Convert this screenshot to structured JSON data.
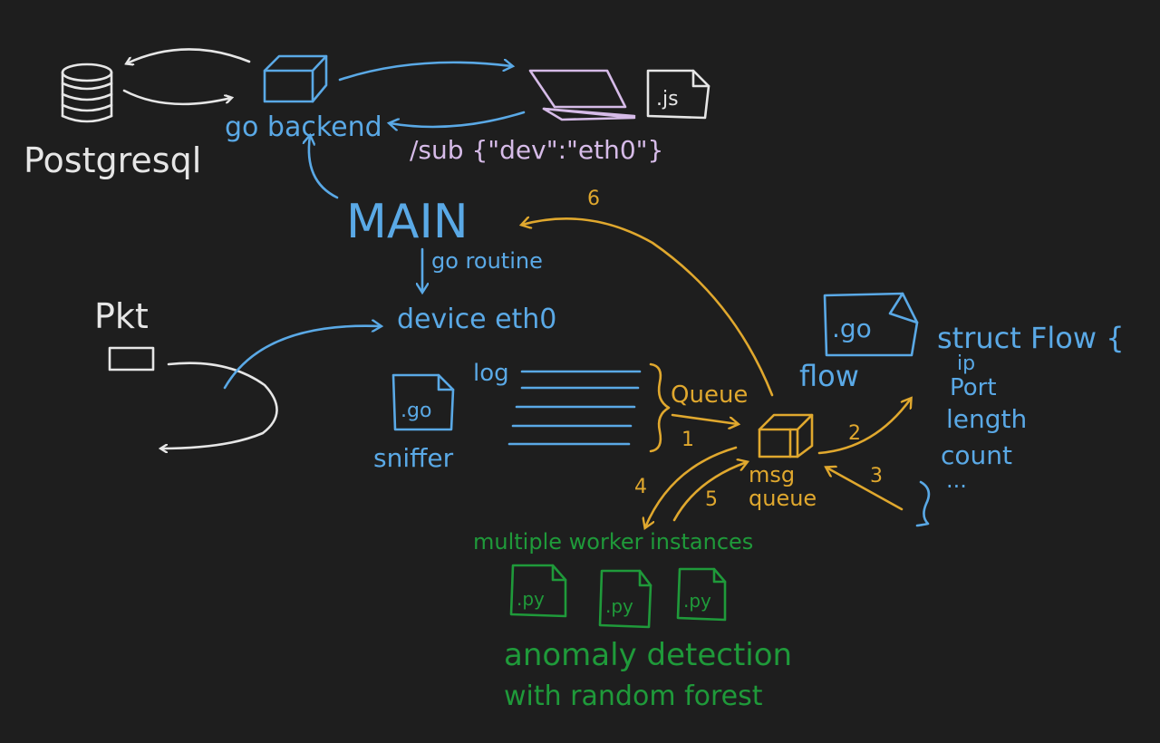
{
  "colors": {
    "background": "#1e1e1e",
    "white": "#e6e6e6",
    "blue": "#5aa9e6",
    "yellow": "#e0a82e",
    "green": "#1f9a3a"
  },
  "labels": {
    "postgresql": "Postgresql",
    "go_backend": "go backend",
    "js_file": ".js",
    "sub_request": "/sub {\"dev\":\"eth0\"}",
    "main": "MAIN",
    "go_routine": "go routine",
    "pkt": "Pkt",
    "device_eth0": "device eth0",
    "log": "log",
    "sniffer_file": ".go",
    "sniffer": "sniffer",
    "queue": "Queue",
    "flow_file": ".go",
    "flow": "flow",
    "struct_decl": "struct Flow {",
    "struct_fields": [
      "ip",
      "Port",
      "length",
      "count",
      "..."
    ],
    "msg_queue_line1": "msg",
    "msg_queue_line2": "queue",
    "workers": "multiple worker instances",
    "py_file": ".py",
    "anomaly_line1": "anomaly detection",
    "anomaly_line2": "with random forest"
  },
  "steps": [
    "1",
    "2",
    "3",
    "4",
    "5",
    "6"
  ],
  "icons": [
    "database-icon",
    "backend-cube-icon",
    "laptop-icon",
    "js-file-icon",
    "packet-box-icon",
    "go-file-icon",
    "msg-queue-cube-icon",
    "python-file-icon"
  ]
}
